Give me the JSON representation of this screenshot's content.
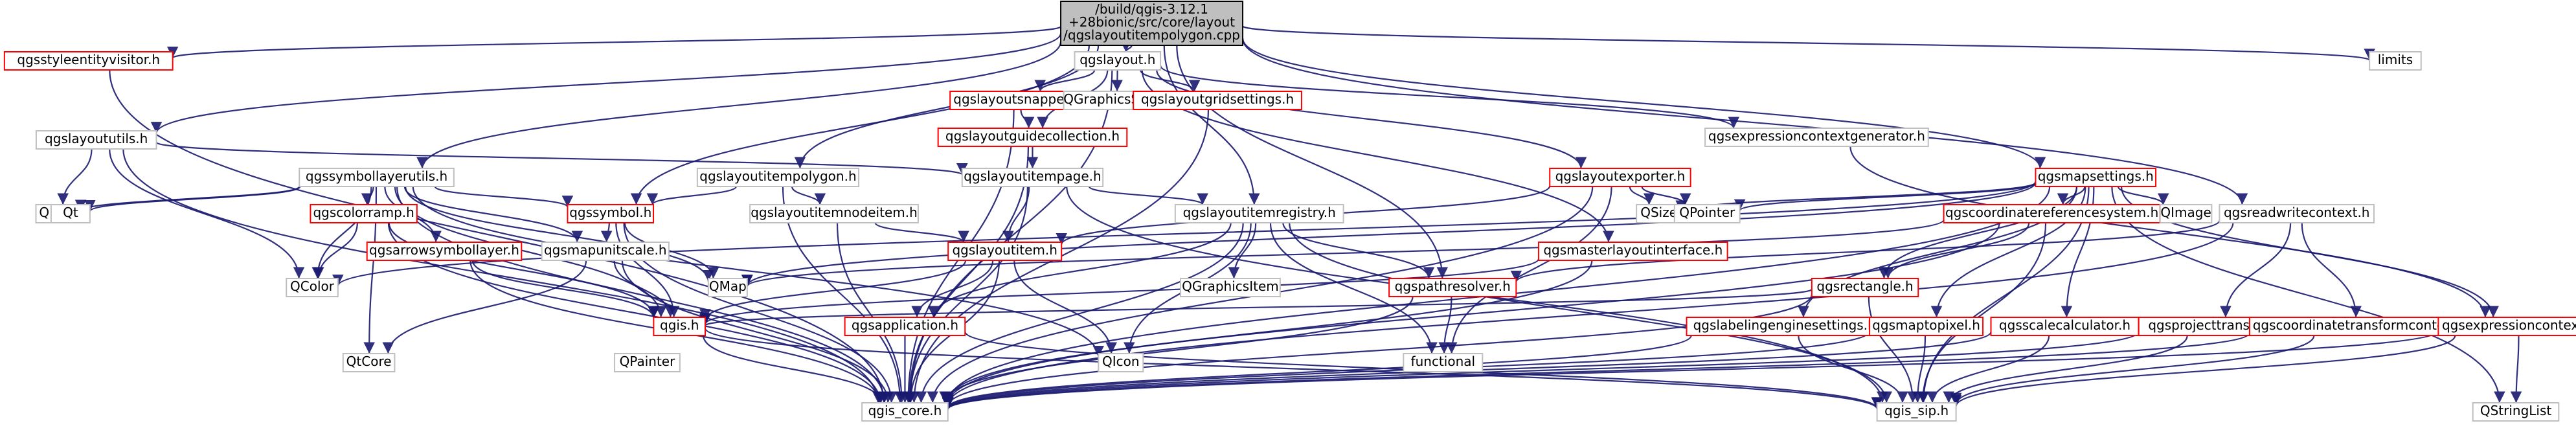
{
  "graph": {
    "root": {
      "id": "root",
      "label_lines": [
        "/build/qgis-3.12.1",
        "+28bionic/src/core/layout",
        "/qgslayoutitempolygon.cpp"
      ]
    },
    "nodes": [
      {
        "id": "qgsstyleentityvisitor",
        "label": "qgsstyleentityvisitor.h",
        "style": "red"
      },
      {
        "id": "qgslayout",
        "label": "qgslayout.h",
        "style": "black"
      },
      {
        "id": "limits",
        "label": "limits",
        "style": "gray"
      },
      {
        "id": "qgslayoutsnapper",
        "label": "qgslayoutsnapper.h",
        "style": "red"
      },
      {
        "id": "qgraphicsscene",
        "label": "QGraphicsScene",
        "style": "gray"
      },
      {
        "id": "qgslayoutgridsettings",
        "label": "qgslayoutgridsettings.h",
        "style": "red"
      },
      {
        "id": "qgslayoututils",
        "label": "qgslayoututils.h",
        "style": "black"
      },
      {
        "id": "qgslayoutguidecollection",
        "label": "qgslayoutguidecollection.h",
        "style": "red"
      },
      {
        "id": "qgsexpressioncontextgenerator",
        "label": "qgsexpressioncontextgenerator.h",
        "style": "black"
      },
      {
        "id": "qgssymbollayerutils",
        "label": "qgssymbollayerutils.h",
        "style": "black"
      },
      {
        "id": "qgslayoutitempolygon",
        "label": "qgslayoutitempolygon.h",
        "style": "black"
      },
      {
        "id": "qgslayoutitempage",
        "label": "qgslayoutitempage.h",
        "style": "black"
      },
      {
        "id": "qgslayoutexporter",
        "label": "qgslayoutexporter.h",
        "style": "red"
      },
      {
        "id": "qgsmapsettings",
        "label": "qgsmapsettings.h",
        "style": "red"
      },
      {
        "id": "qfont",
        "label": "QFont",
        "style": "gray"
      },
      {
        "id": "qt",
        "label": "Qt",
        "style": "gray"
      },
      {
        "id": "qgscolorramp",
        "label": "qgscolorramp.h",
        "style": "red"
      },
      {
        "id": "qgssymbol",
        "label": "qgssymbol.h",
        "style": "red"
      },
      {
        "id": "qgslayoutnodeitem",
        "label": "qgslayoutitemnodeitem.h",
        "style": "black"
      },
      {
        "id": "qgslayoutitemregistry",
        "label": "qgslayoutitemregistry.h",
        "style": "black"
      },
      {
        "id": "qsize",
        "label": "QSize",
        "style": "gray"
      },
      {
        "id": "qpointer",
        "label": "QPointer",
        "style": "gray"
      },
      {
        "id": "qgscrs",
        "label": "qgscoordinatereferencesystem.h",
        "style": "red"
      },
      {
        "id": "qimage",
        "label": "QImage",
        "style": "gray"
      },
      {
        "id": "qgsreadwritecontext",
        "label": "qgsreadwritecontext.h",
        "style": "black"
      },
      {
        "id": "qcolor",
        "label": "QColor",
        "style": "gray"
      },
      {
        "id": "qgsarrowsymbollayer",
        "label": "qgsarrowsymbollayer.h",
        "style": "red"
      },
      {
        "id": "qgsmapunitscale",
        "label": "qgsmapunitscale.h",
        "style": "black"
      },
      {
        "id": "qmap",
        "label": "QMap",
        "style": "gray"
      },
      {
        "id": "qgslayoutitem",
        "label": "qgslayoutitem.h",
        "style": "red"
      },
      {
        "id": "qgraphicsitem",
        "label": "QGraphicsItem",
        "style": "gray"
      },
      {
        "id": "qgspathresolver",
        "label": "qgspathresolver.h",
        "style": "red"
      },
      {
        "id": "qgsmasterlayoutinterface",
        "label": "qgsmasterlayoutinterface.h",
        "style": "red"
      },
      {
        "id": "qgsrectangle",
        "label": "qgsrectangle.h",
        "style": "red"
      },
      {
        "id": "qcore",
        "label": "QtCore",
        "style": "gray"
      },
      {
        "id": "qpainter",
        "label": "QPainter",
        "style": "gray"
      },
      {
        "id": "qgis",
        "label": "qgis.h",
        "style": "red"
      },
      {
        "id": "qgsapplication",
        "label": "qgsapplication.h",
        "style": "red"
      },
      {
        "id": "qicon",
        "label": "QIcon",
        "style": "gray"
      },
      {
        "id": "functional",
        "label": "functional",
        "style": "gray"
      },
      {
        "id": "qgslabelingenginesettings",
        "label": "qgslabelingenginesettings.h",
        "style": "red"
      },
      {
        "id": "qgsmaptopixel",
        "label": "qgsmaptopixel.h",
        "style": "red"
      },
      {
        "id": "qgsscalecalculator",
        "label": "qgsscalecalculator.h",
        "style": "red"
      },
      {
        "id": "qgsprojecttranslator",
        "label": "qgsprojecttranslator.h",
        "style": "red"
      },
      {
        "id": "qgscoordinatetransformcontext",
        "label": "qgscoordinatetransformcontext.h",
        "style": "red"
      },
      {
        "id": "qgsexpressioncontext",
        "label": "qgsexpressioncontext.h",
        "style": "red"
      },
      {
        "id": "qgis_core",
        "label": "qgis_core.h",
        "style": "black"
      },
      {
        "id": "qgis_sip",
        "label": "qgis_sip.h",
        "style": "black"
      },
      {
        "id": "qstringlist",
        "label": "QStringList",
        "style": "gray"
      }
    ],
    "edges": [
      [
        "root",
        "qgsstyleentityvisitor"
      ],
      [
        "root",
        "qgslayout"
      ],
      [
        "root",
        "limits"
      ],
      [
        "root",
        "qgslayoututils"
      ],
      [
        "root",
        "qgssymbollayerutils"
      ],
      [
        "root",
        "qgslayoutitempolygon"
      ],
      [
        "root",
        "qgssymbol"
      ],
      [
        "root",
        "qgslayoutitemregistry"
      ],
      [
        "root",
        "qgsmapsettings"
      ],
      [
        "root",
        "qgsreadwritecontext"
      ],
      [
        "root",
        "qgspathresolver"
      ],
      [
        "qgsstyleentityvisitor",
        "qgis_core"
      ],
      [
        "qgslayout",
        "qgslayoutsnapper"
      ],
      [
        "qgslayout",
        "qgraphicsscene"
      ],
      [
        "qgslayout",
        "qgslayoutgridsettings"
      ],
      [
        "qgslayout",
        "qgslayoutguidecollection"
      ],
      [
        "qgslayout",
        "qgsexpressioncontextgenerator"
      ],
      [
        "qgslayout",
        "qgslayoutexporter"
      ],
      [
        "qgslayout",
        "qgsmasterlayoutinterface"
      ],
      [
        "qgslayout",
        "qgis_core"
      ],
      [
        "qgslayoutsnapper",
        "qgslayoutguidecollection"
      ],
      [
        "qgslayoutsnapper",
        "qgis_core"
      ],
      [
        "qgslayoutgridsettings",
        "qgis_core"
      ],
      [
        "qgslayoututils",
        "qgslayoutitempage"
      ],
      [
        "qgslayoututils",
        "qfont"
      ],
      [
        "qgslayoututils",
        "qcolor"
      ],
      [
        "qgslayoututils",
        "qgis_core"
      ],
      [
        "qgslayoutguidecollection",
        "qgslayoutitempage"
      ],
      [
        "qgslayoutguidecollection",
        "qgis_core"
      ],
      [
        "qgsexpressioncontextgenerator",
        "qgsexpressioncontext"
      ],
      [
        "qgssymbollayerutils",
        "qfont"
      ],
      [
        "qgssymbollayerutils",
        "qt"
      ],
      [
        "qgssymbollayerutils",
        "qgscolorramp"
      ],
      [
        "qgssymbollayerutils",
        "qgssymbol"
      ],
      [
        "qgssymbollayerutils",
        "qgsarrowsymbollayer"
      ],
      [
        "qgssymbollayerutils",
        "qgsmapunitscale"
      ],
      [
        "qgssymbollayerutils",
        "qcolor"
      ],
      [
        "qgssymbollayerutils",
        "qmap"
      ],
      [
        "qgssymbollayerutils",
        "qgis"
      ],
      [
        "qgssymbollayerutils",
        "qgis_core"
      ],
      [
        "qgssymbollayerutils",
        "qcore"
      ],
      [
        "qgssymbollayerutils",
        "qicon"
      ],
      [
        "qgslayoutitempolygon",
        "qgslayoutnodeitem"
      ],
      [
        "qgslayoutitempolygon",
        "qgssymbol"
      ],
      [
        "qgslayoutitempolygon",
        "qgis_core"
      ],
      [
        "qgslayoutitempage",
        "qgslayoutitemregistry"
      ],
      [
        "qgslayoutitempage",
        "qgslayoutitem"
      ],
      [
        "qgslayoutitempage",
        "qgis_core"
      ],
      [
        "qgslayoutitempage",
        "qgis_sip"
      ],
      [
        "qgslayoutexporter",
        "qgslayoutitem"
      ],
      [
        "qgslayoutexporter",
        "qsize"
      ],
      [
        "qgslayoutexporter",
        "qpointer"
      ],
      [
        "qgslayoutexporter",
        "functional"
      ],
      [
        "qgslayoutexporter",
        "qgis_core"
      ],
      [
        "qgsmapsettings",
        "qsize"
      ],
      [
        "qgsmapsettings",
        "qpointer"
      ],
      [
        "qgsmapsettings",
        "qgscrs"
      ],
      [
        "qgsmapsettings",
        "qimage"
      ],
      [
        "qgsmapsettings",
        "qcolor"
      ],
      [
        "qgsmapsettings",
        "qmap"
      ],
      [
        "qgsmapsettings",
        "qgsrectangle"
      ],
      [
        "qgsmapsettings",
        "qgslabelingenginesettings"
      ],
      [
        "qgsmapsettings",
        "qgsmaptopixel"
      ],
      [
        "qgsmapsettings",
        "qgsscalecalculator"
      ],
      [
        "qgsmapsettings",
        "qgsexpressioncontext"
      ],
      [
        "qgsmapsettings",
        "qgis_core"
      ],
      [
        "qgsmapsettings",
        "qgis_sip"
      ],
      [
        "qgsmapsettings",
        "qstringlist"
      ],
      [
        "qgscolorramp",
        "qcolor"
      ],
      [
        "qgscolorramp",
        "qgis"
      ],
      [
        "qgscolorramp",
        "qgis_core"
      ],
      [
        "qgssymbol",
        "qmap"
      ],
      [
        "qgssymbol",
        "qgsmapunitscale"
      ],
      [
        "qgssymbol",
        "qgis"
      ],
      [
        "qgssymbol",
        "qgis_core"
      ],
      [
        "qgslayoutnodeitem",
        "qgslayoutitem"
      ],
      [
        "qgslayoutnodeitem",
        "qgis_core"
      ],
      [
        "qgslayoutitemregistry",
        "qgraphicsitem"
      ],
      [
        "qgslayoutitemregistry",
        "qgspathresolver"
      ],
      [
        "qgslayoutitemregistry",
        "qgis_core"
      ],
      [
        "qgslayoutitemregistry",
        "qgis_sip"
      ],
      [
        "qgslayoutitemregistry",
        "qicon"
      ],
      [
        "qgslayoutitemregistry",
        "functional"
      ],
      [
        "qgslayoutitemregistry",
        "qgsapplication"
      ],
      [
        "qgscrs",
        "qgsrectangle"
      ],
      [
        "qgscrs",
        "qmap"
      ],
      [
        "qgscrs",
        "qgis_core"
      ],
      [
        "qgscrs",
        "qgis_sip"
      ],
      [
        "qgsreadwritecontext",
        "qgspathresolver"
      ],
      [
        "qgsreadwritecontext",
        "qgsprojecttranslator"
      ],
      [
        "qgsreadwritecontext",
        "qgscoordinatetransformcontext"
      ],
      [
        "qgsreadwritecontext",
        "qgis_core"
      ],
      [
        "qgsarrowsymbollayer",
        "qgis"
      ],
      [
        "qgsarrowsymbollayer",
        "qgis_core"
      ],
      [
        "qgsmapunitscale",
        "qcore"
      ],
      [
        "qgsmapunitscale",
        "qgis"
      ],
      [
        "qgsmapunitscale",
        "qgis_core"
      ],
      [
        "qgslayoutitem",
        "qgis"
      ],
      [
        "qgslayoutitem",
        "qgsapplication"
      ],
      [
        "qgslayoutitem",
        "qicon"
      ],
      [
        "qgslayoutitem",
        "qgis_core"
      ],
      [
        "qgspathresolver",
        "functional"
      ],
      [
        "qgspathresolver",
        "qgis_core"
      ],
      [
        "qgsmasterlayoutinterface",
        "qgis"
      ],
      [
        "qgsmasterlayoutinterface",
        "qgis_core"
      ],
      [
        "qgsrectangle",
        "qgis"
      ],
      [
        "qgsrectangle",
        "qgis_core"
      ],
      [
        "qgsrectangle",
        "qgis_sip"
      ],
      [
        "qgis",
        "qgis_core"
      ],
      [
        "qgis",
        "qgis_sip"
      ],
      [
        "qgsapplication",
        "qgis_core"
      ],
      [
        "qgsapplication",
        "qgis_sip"
      ],
      [
        "qgslabelingenginesettings",
        "qgis_core"
      ],
      [
        "qgslabelingenginesettings",
        "qgis_sip"
      ],
      [
        "qgsmaptopixel",
        "qgis_core"
      ],
      [
        "qgsmaptopixel",
        "qgis_sip"
      ],
      [
        "qgsscalecalculator",
        "qgis_core"
      ],
      [
        "qgsscalecalculator",
        "qgis_sip"
      ],
      [
        "qgsprojecttranslator",
        "qgis_core"
      ],
      [
        "qgsprojecttranslator",
        "qgis_sip"
      ],
      [
        "qgscoordinatetransformcontext",
        "qgis_core"
      ],
      [
        "qgscoordinatetransformcontext",
        "qgis_sip"
      ],
      [
        "qgsexpressioncontext",
        "qgis_core"
      ],
      [
        "qgsexpressioncontext",
        "qgis_sip"
      ],
      [
        "qgsexpressioncontext",
        "qstringlist"
      ]
    ]
  }
}
